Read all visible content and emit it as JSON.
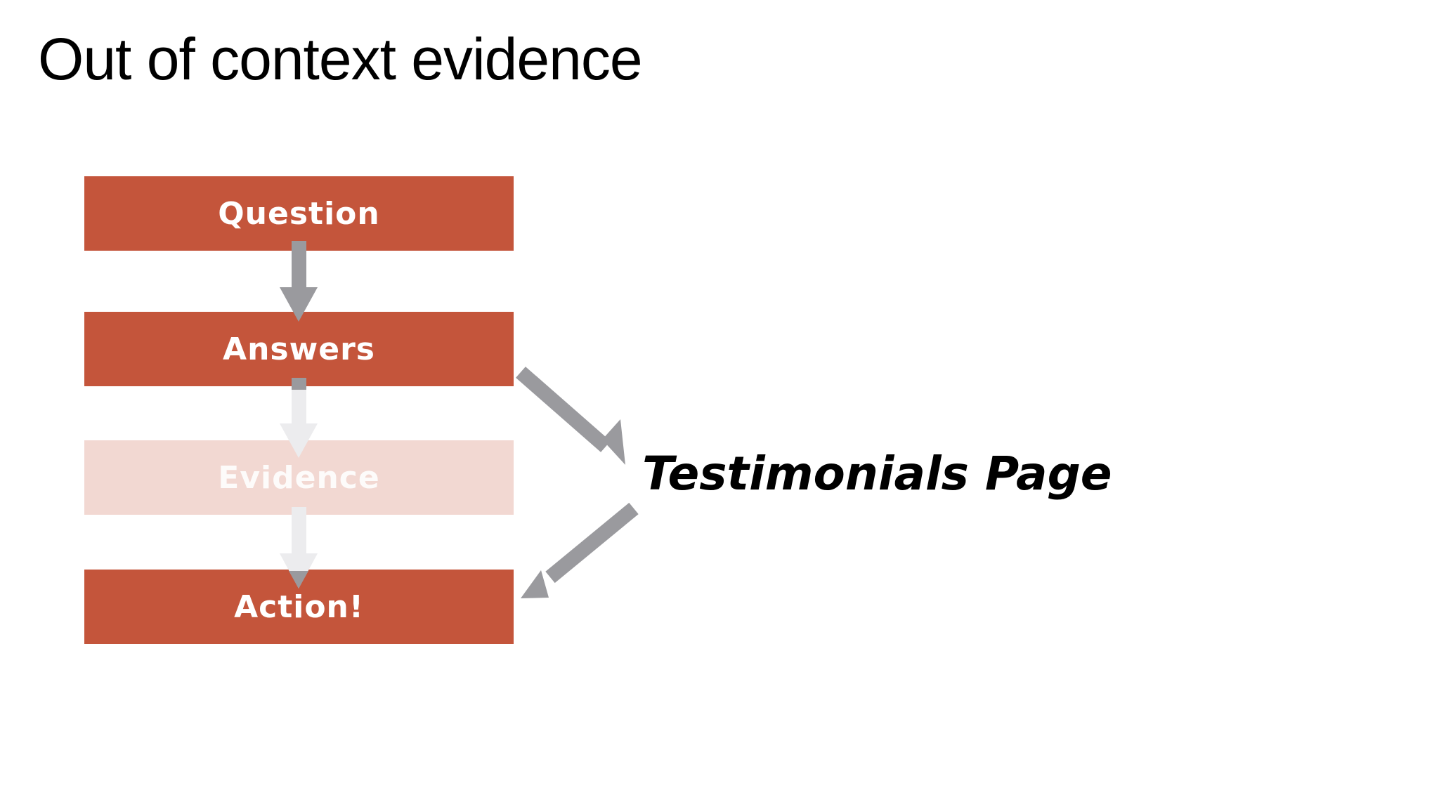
{
  "slide": {
    "title": "Out of context evidence"
  },
  "flow": {
    "steps": [
      {
        "label": "Question",
        "state": "active"
      },
      {
        "label": "Answers",
        "state": "active"
      },
      {
        "label": "Evidence",
        "state": "faded"
      },
      {
        "label": "Action!",
        "state": "active"
      }
    ],
    "bypass_label": "Testimonials Page"
  },
  "colors": {
    "step_active": "#c4553b",
    "step_faded": "#f2d8d2",
    "arrow_active": "#9a9a9e",
    "arrow_faded": "#ececee",
    "text_light": "#ffffff",
    "text_dark": "#000000"
  }
}
